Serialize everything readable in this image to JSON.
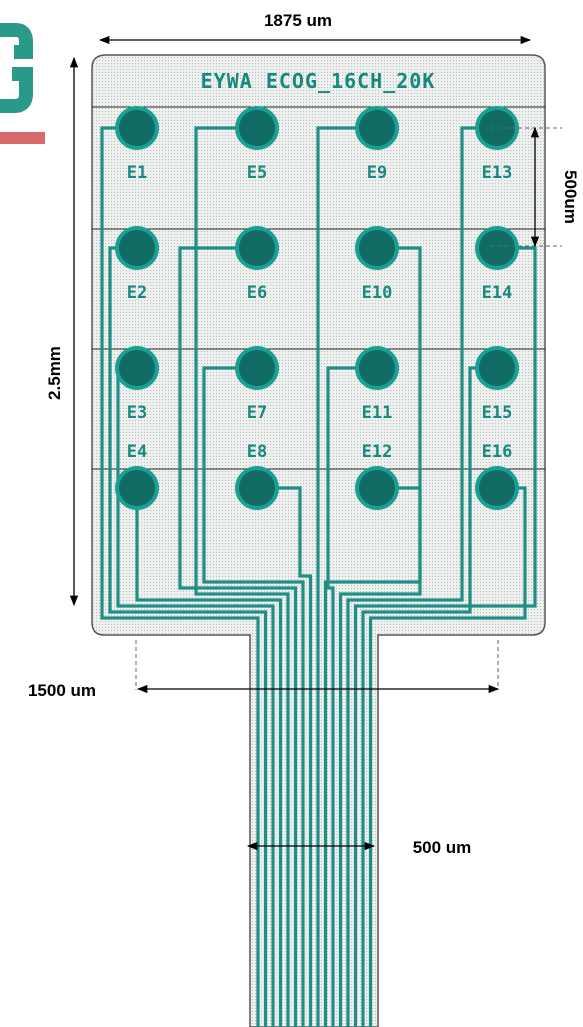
{
  "colors": {
    "trace": "#1f8f86",
    "pad": "#0f6b64",
    "pad_stroke": "#1aa093",
    "label": "#16897f",
    "substrate": "#e6e8e8",
    "logo_green": "#2a9a88",
    "logo_red": "#d96a6a"
  },
  "design": {
    "title": "EYWA ECOG_16CH_20K",
    "electrodes": [
      {
        "label": "E1"
      },
      {
        "label": "E5"
      },
      {
        "label": "E9"
      },
      {
        "label": "E13"
      },
      {
        "label": "E2"
      },
      {
        "label": "E6"
      },
      {
        "label": "E10"
      },
      {
        "label": "E14"
      },
      {
        "label": "E3"
      },
      {
        "label": "E7"
      },
      {
        "label": "E11"
      },
      {
        "label": "E15"
      },
      {
        "label": "E4"
      },
      {
        "label": "E8"
      },
      {
        "label": "E12"
      },
      {
        "label": "E16"
      }
    ]
  },
  "dimensions": {
    "top_width": "1875 um",
    "height": "2.5mm",
    "pitch": "500um",
    "span": "1500 um",
    "tail_width": "500 um"
  }
}
